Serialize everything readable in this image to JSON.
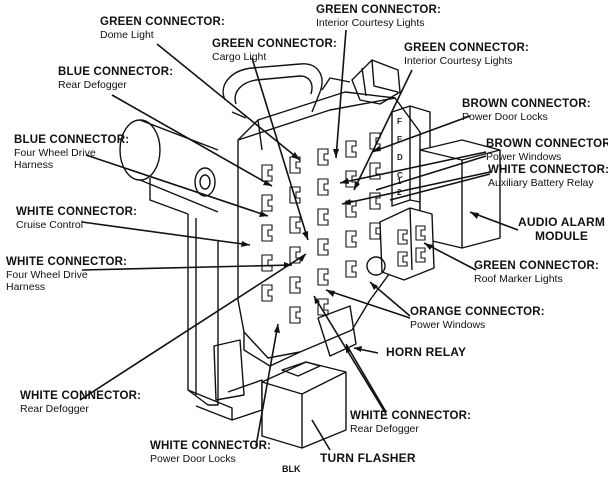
{
  "labels": {
    "green_dome": {
      "title": "GREEN CONNECTOR:",
      "sub": "Dome Light"
    },
    "green_interior_1": {
      "title": "GREEN CONNECTOR:",
      "sub": "Interior Courtesy Lights"
    },
    "green_cargo": {
      "title": "GREEN CONNECTOR:",
      "sub": "Cargo Light"
    },
    "green_interior_2": {
      "title": "GREEN CONNECTOR:",
      "sub": "Interior Courtesy Lights"
    },
    "blue_rear_defog": {
      "title": "BLUE CONNECTOR:",
      "sub": "Rear Defogger"
    },
    "brown_door_locks": {
      "title": "BROWN CONNECTOR:",
      "sub": "Power Door Locks"
    },
    "blue_4wd": {
      "title": "BLUE CONNECTOR:",
      "sub": "Four Wheel Drive",
      "sub2": "Harness"
    },
    "brown_windows": {
      "title": "BROWN CONNECTOR:",
      "sub": "Power Windows"
    },
    "white_aux_battery": {
      "title": "WHITE CONNECTOR:",
      "sub": "Auxiliary Battery Relay"
    },
    "white_cruise": {
      "title": "WHITE CONNECTOR:",
      "sub": "Cruise Control"
    },
    "audio_alarm": {
      "title": "AUDIO ALARM",
      "title2": "MODULE"
    },
    "white_4wd": {
      "title": "WHITE CONNECTOR:",
      "sub": "Four Wheel Drive",
      "sub2": "Harness"
    },
    "green_roof_marker": {
      "title": "GREEN  CONNECTOR:",
      "sub": "Roof Marker Lights"
    },
    "orange_windows": {
      "title": "ORANGE CONNECTOR:",
      "sub": "Power Windows"
    },
    "horn_relay": {
      "title": "HORN RELAY"
    },
    "white_rear_defog_1": {
      "title": "WHITE CONNECTOR:",
      "sub": "Rear Defogger"
    },
    "white_rear_defog_2": {
      "title": "WHITE CONNECTOR:",
      "sub": "Rear Defogger"
    },
    "white_door_locks": {
      "title": "WHITE CONNECTOR:",
      "sub": "Power Door Locks"
    },
    "turn_flasher": {
      "title": "TURN FLASHER"
    },
    "blk": {
      "title": "BLK"
    }
  },
  "pins": [
    "F",
    "E",
    "D",
    "C",
    "1",
    "2"
  ]
}
